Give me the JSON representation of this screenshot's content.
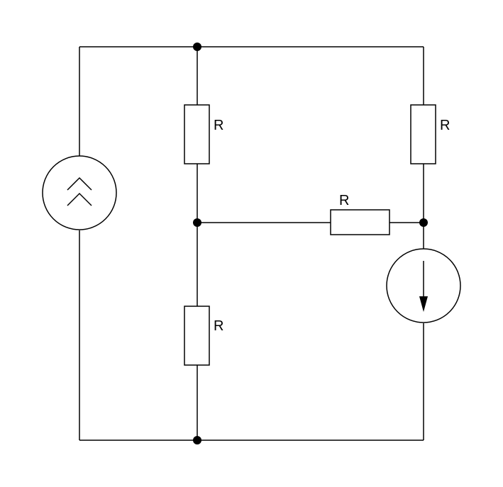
{
  "diagram": {
    "type": "circuit-schematic",
    "colors": {
      "line": "#000000",
      "background": "#ffffff"
    },
    "components": [
      {
        "id": "voltage-source",
        "kind": "voltage-source",
        "symbol": "double-chevron-up-icon"
      },
      {
        "id": "resistor-left-top",
        "kind": "resistor",
        "label": "R"
      },
      {
        "id": "resistor-left-bottom",
        "kind": "resistor",
        "label": "R"
      },
      {
        "id": "resistor-right-top",
        "kind": "resistor",
        "label": "R"
      },
      {
        "id": "resistor-middle",
        "kind": "resistor",
        "label": "R"
      },
      {
        "id": "current-source",
        "kind": "current-source",
        "symbol": "arrow-down-icon"
      }
    ],
    "nodes": [
      "top-node",
      "middle-left-node",
      "middle-right-node",
      "bottom-node"
    ]
  }
}
